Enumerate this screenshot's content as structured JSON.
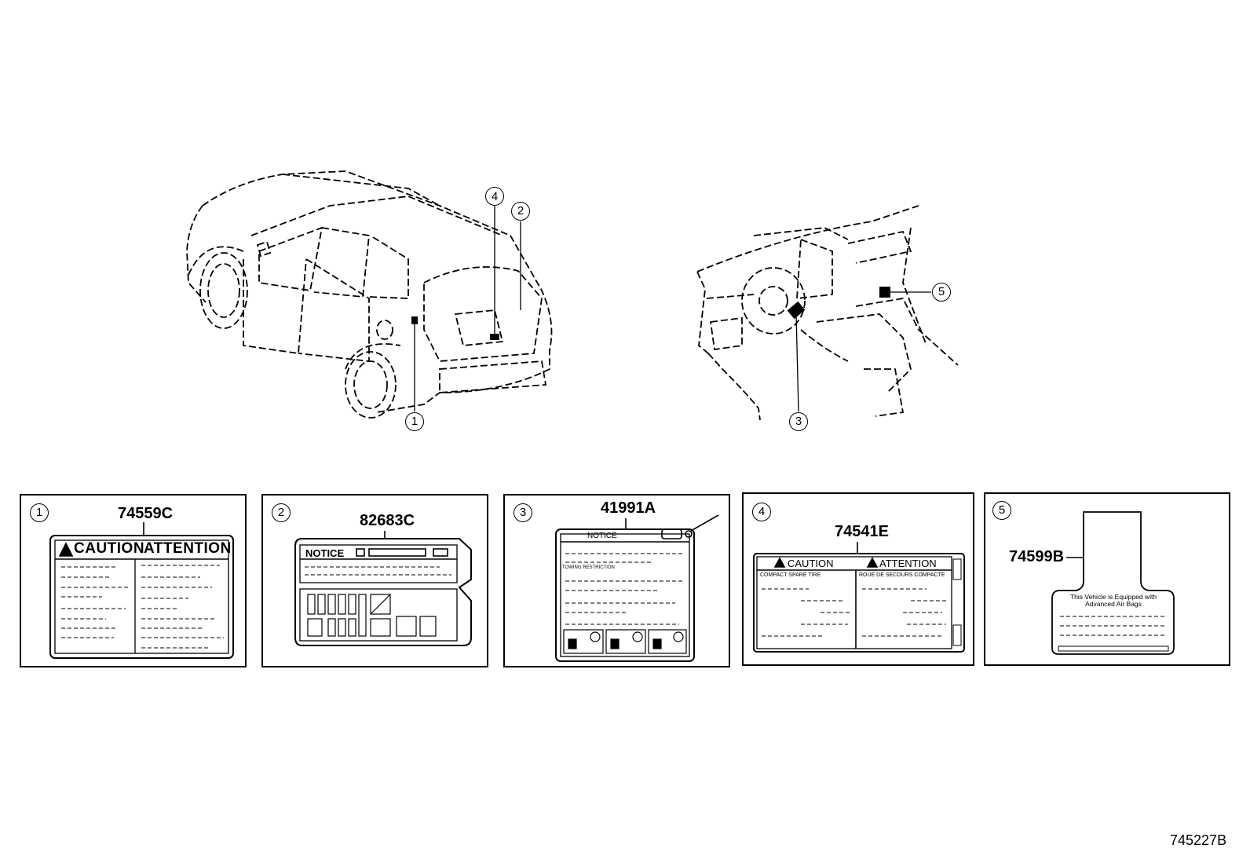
{
  "callouts": [
    "1",
    "2",
    "3",
    "4",
    "5"
  ],
  "panels": [
    {
      "num": "1",
      "part": "74559C",
      "heading_left": "CAUTION",
      "heading_right": "ATTENTION"
    },
    {
      "num": "2",
      "part": "82683C",
      "heading": "NOTICE"
    },
    {
      "num": "3",
      "part": "41991A",
      "heading": "NOTICE",
      "sub": "TOWING RESTRICTION"
    },
    {
      "num": "4",
      "part": "74541E",
      "heading_left": "CAUTION",
      "heading_right": "ATTENTION",
      "sub_left": "COMPACT SPARE TIRE",
      "sub_right": "ROUE DE SECOURS COMPACTE"
    },
    {
      "num": "5",
      "part": "74599B",
      "text_line1": "This Vehicle is Equipped with",
      "text_line2": "Advanced Air Bags"
    }
  ],
  "figure_id": "745227B"
}
